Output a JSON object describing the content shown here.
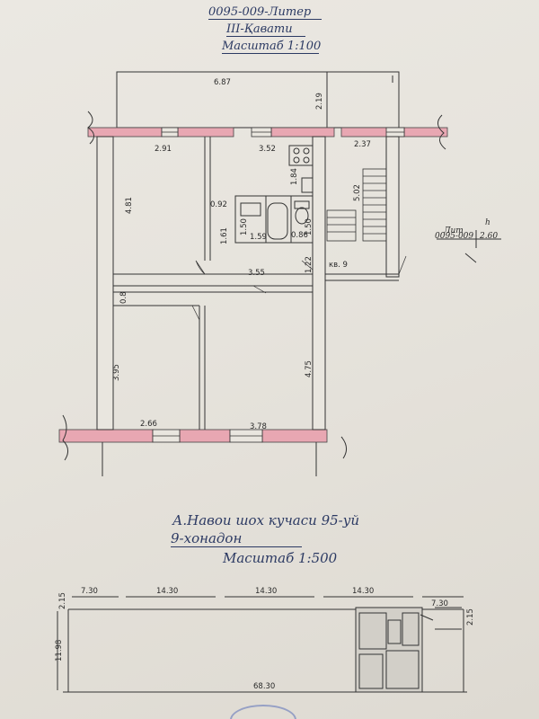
{
  "header": {
    "line1": "0095-009-Литер",
    "line2": "III-Қавати",
    "line3": "Масштаб 1:100"
  },
  "plan_top": {
    "dims": {
      "d687": "6.87",
      "d219": "2.19",
      "d291": "2.91",
      "d352": "3.52",
      "d237": "2.37",
      "d184": "1.84",
      "d502": "5.02",
      "d481": "4.81",
      "d092": "0.92",
      "d161": "1.61",
      "d150a": "1.50",
      "d159": "1.59",
      "d086": "0.86",
      "d150b": "1.50",
      "d122": "1.22",
      "d355": "3.55",
      "d08": "0.8",
      "d395": "3.95",
      "d475": "4.75",
      "d266": "2.66",
      "d378": "3.78"
    },
    "apt_label": "кв. 9",
    "lit_table": {
      "col1": "Лит",
      "col2": "h",
      "val1": "0095-009",
      "val2": "2.60"
    }
  },
  "address": {
    "line1": "А.Навои шох кучаси  95-уй",
    "line2": "9-хонадон",
    "line3": "Масштаб 1:500"
  },
  "plan_bottom": {
    "dims": {
      "w730a": "7.30",
      "w1430a": "14.30",
      "w1430b": "14.30",
      "w1430c": "14.30",
      "w730b": "7.30",
      "h215a": "2.15",
      "h215b": "2.15",
      "h1198": "11.98",
      "total": "68.30"
    }
  }
}
